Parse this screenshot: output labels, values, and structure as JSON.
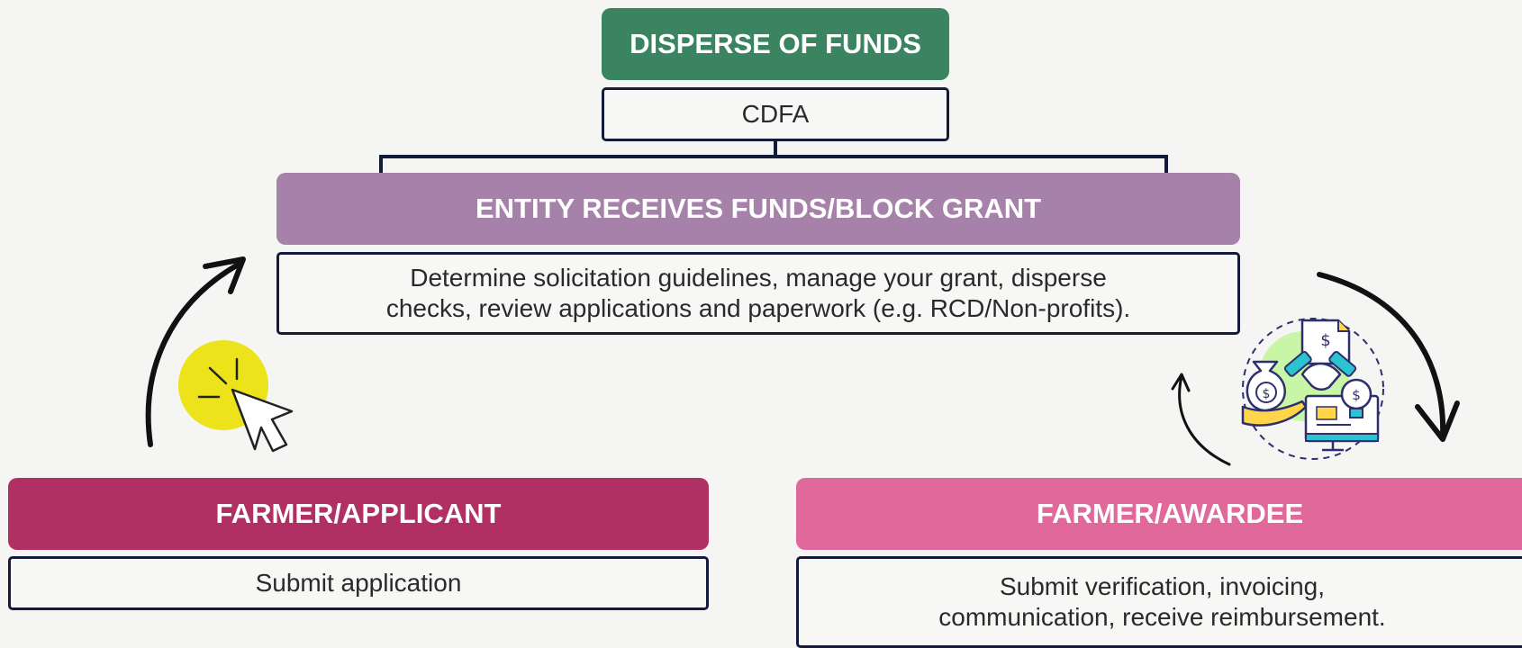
{
  "top": {
    "header": "DISPERSE OF FUNDS",
    "body": "CDFA",
    "color": "#3b8460"
  },
  "middle": {
    "header": "ENTITY RECEIVES FUNDS/BLOCK GRANT",
    "body_line1": "Determine solicitation guidelines, manage your grant, disperse",
    "body_line2": "checks, review applications and paperwork (e.g. RCD/Non-profits).",
    "color": "#a682aa"
  },
  "left": {
    "header": "FARMER/APPLICANT",
    "body": "Submit application",
    "color": "#b03063"
  },
  "right": {
    "header": "FARMER/AWARDEE",
    "body_line1": "Submit verification, invoicing,",
    "body_line2": "communication, receive reimbursement.",
    "color": "#e0689a"
  },
  "icons": {
    "click": "cursor-click-icon",
    "funding": "funding-handshake-icon"
  },
  "border_color": "#141b3a",
  "background": "#f5f5f4"
}
